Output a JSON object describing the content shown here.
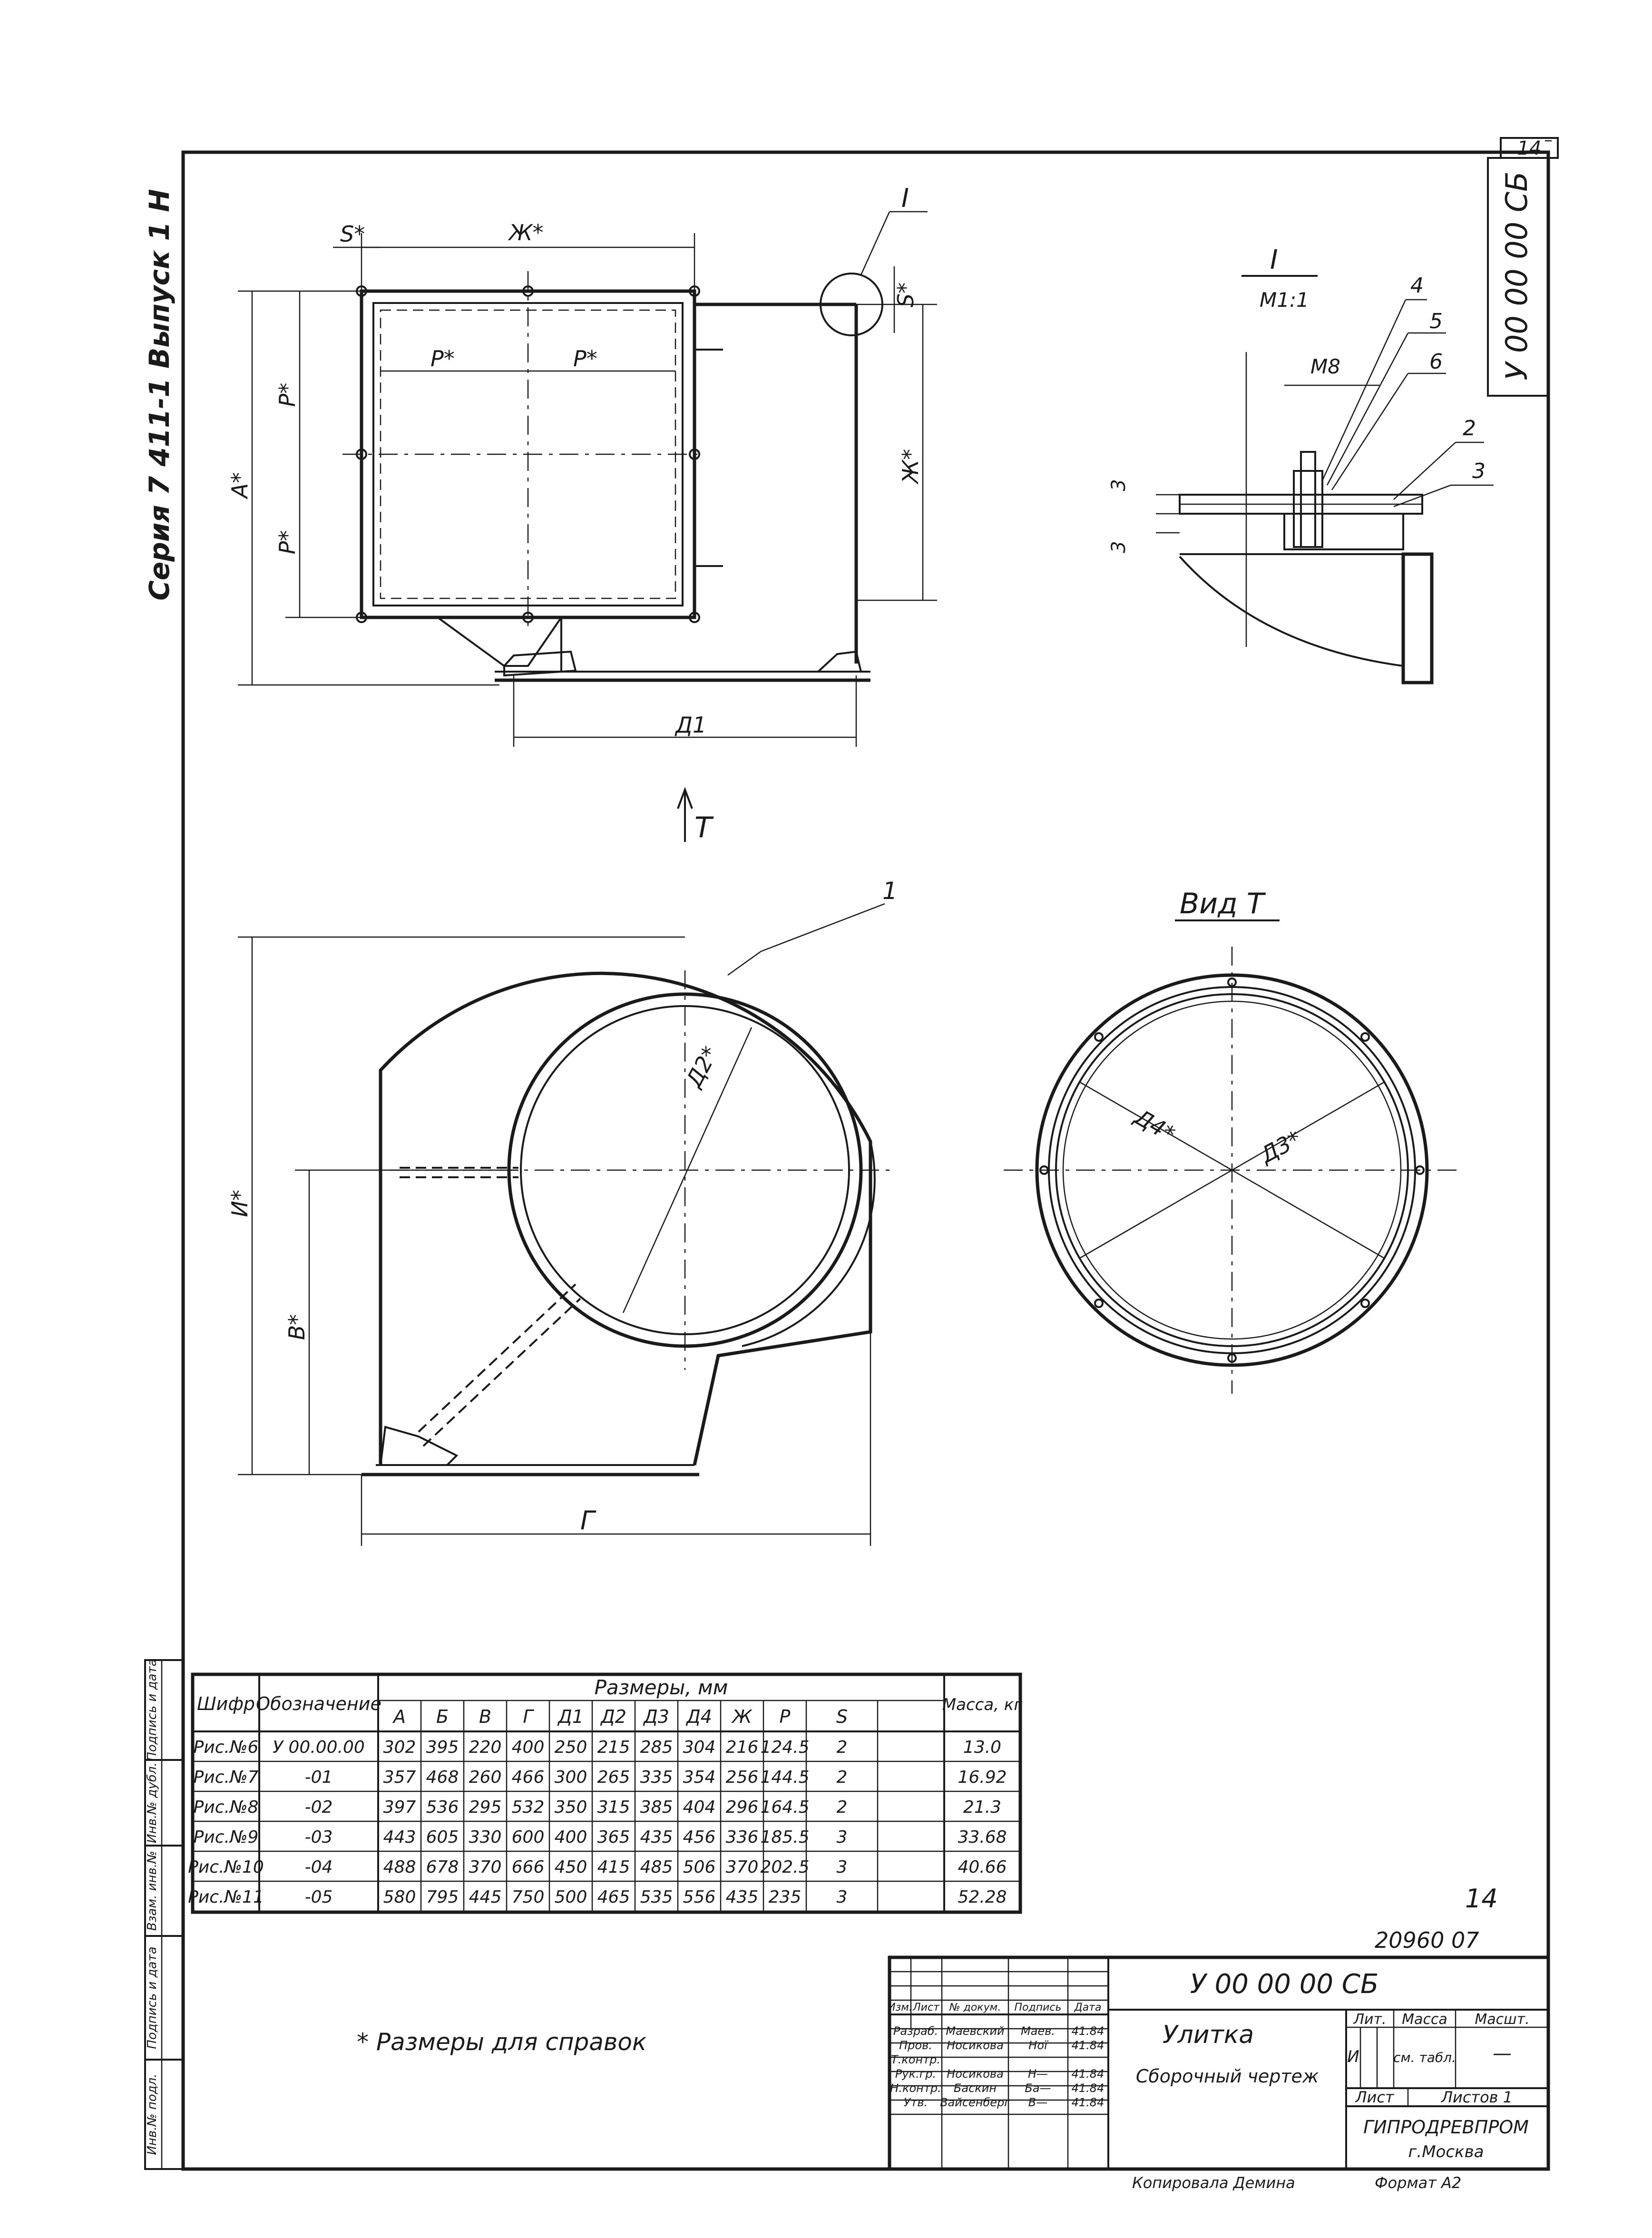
{
  "sheet": {
    "page_number": "14",
    "doc_code_vertical": "У 00 00 00 СБ",
    "series_label": "Серия 7 411-1   Выпуск 1 Н",
    "page_mark": "14",
    "archive_number": "20960 07",
    "footnote": "* Размеры для справок"
  },
  "labels": {
    "s_star": "S*",
    "zh_star": "Ж*",
    "p_star": "Р*",
    "a_star": "А*",
    "d1": "Д1",
    "callout_i": "I",
    "view_t_arrow": "Т",
    "i_star": "И*",
    "v_star": "В*",
    "g": "Г",
    "d2_star": "Д2*",
    "view_t": "Вид Т",
    "d3_star": "Д3*",
    "d4_star": "Д4*",
    "leader_1": "1"
  },
  "detail": {
    "title": "I",
    "scale": "М1:1",
    "bolt": "М8",
    "leaders": [
      "4",
      "5",
      "6",
      "2",
      "3"
    ],
    "dim_3a": "3",
    "dim_3b": "3"
  },
  "table": {
    "group_header": "Размеры, мм",
    "columns": [
      "Шифр",
      "Обозначение",
      "А",
      "Б",
      "В",
      "Г",
      "Д1",
      "Д2",
      "Д3",
      "Д4",
      "Ж",
      "Р",
      "S",
      "Масса, кг"
    ],
    "rows": [
      [
        "Рис.№6",
        "У 00.00.00",
        "302",
        "395",
        "220",
        "400",
        "250",
        "215",
        "285",
        "304",
        "216",
        "124.5",
        "2",
        "13.0"
      ],
      [
        "Рис.№7",
        "-01",
        "357",
        "468",
        "260",
        "466",
        "300",
        "265",
        "335",
        "354",
        "256",
        "144.5",
        "2",
        "16.92"
      ],
      [
        "Рис.№8",
        "-02",
        "397",
        "536",
        "295",
        "532",
        "350",
        "315",
        "385",
        "404",
        "296",
        "164.5",
        "2",
        "21.3"
      ],
      [
        "Рис.№9",
        "-03",
        "443",
        "605",
        "330",
        "600",
        "400",
        "365",
        "435",
        "456",
        "336",
        "185.5",
        "3",
        "33.68"
      ],
      [
        "Рис.№10",
        "-04",
        "488",
        "678",
        "370",
        "666",
        "450",
        "415",
        "485",
        "506",
        "370",
        "202.5",
        "3",
        "40.66"
      ],
      [
        "Рис.№11",
        "-05",
        "580",
        "795",
        "445",
        "750",
        "500",
        "465",
        "535",
        "556",
        "435",
        "235",
        "3",
        "52.28"
      ]
    ]
  },
  "left_strip": [
    "Инв.№ подл.",
    "Подпись и дата",
    "Взам. инв.№",
    "Инв.№ дубл.",
    "Подпись и дата"
  ],
  "title_block": {
    "designation": "У 00 00 00 СБ",
    "name": "Улитка",
    "doc_type": "Сборочный чертеж",
    "org": "ГИПРОДРЕВПРОМ",
    "city": "г.Москва",
    "lit_label": "Лит.",
    "mass_label": "Масса",
    "scale_label": "Масшт.",
    "lit_value": "И",
    "mass_value": "см. табл.",
    "scale_value": "—",
    "sheet_label": "Лист",
    "sheets_label": "Листов 1",
    "header_row": [
      "Изм.",
      "Лист",
      "№ докум.",
      "Подпись",
      "Дата"
    ],
    "staff": [
      [
        "Разраб.",
        "Маевский",
        "Маев.",
        "41.84"
      ],
      [
        "Пров.",
        "Носикова",
        "Ної",
        "41.84"
      ],
      [
        "Т.контр.",
        "",
        "",
        ""
      ],
      [
        "Рук.гр.",
        "Носикова",
        "Н—",
        "41.84"
      ],
      [
        "Н.контр.",
        "Баскин",
        "Ба—",
        "41.84"
      ],
      [
        "Утв.",
        "Вайсенберг",
        "В—",
        "41.84"
      ]
    ],
    "copied_by": "Копировала Демина",
    "format": "Формат А2"
  }
}
